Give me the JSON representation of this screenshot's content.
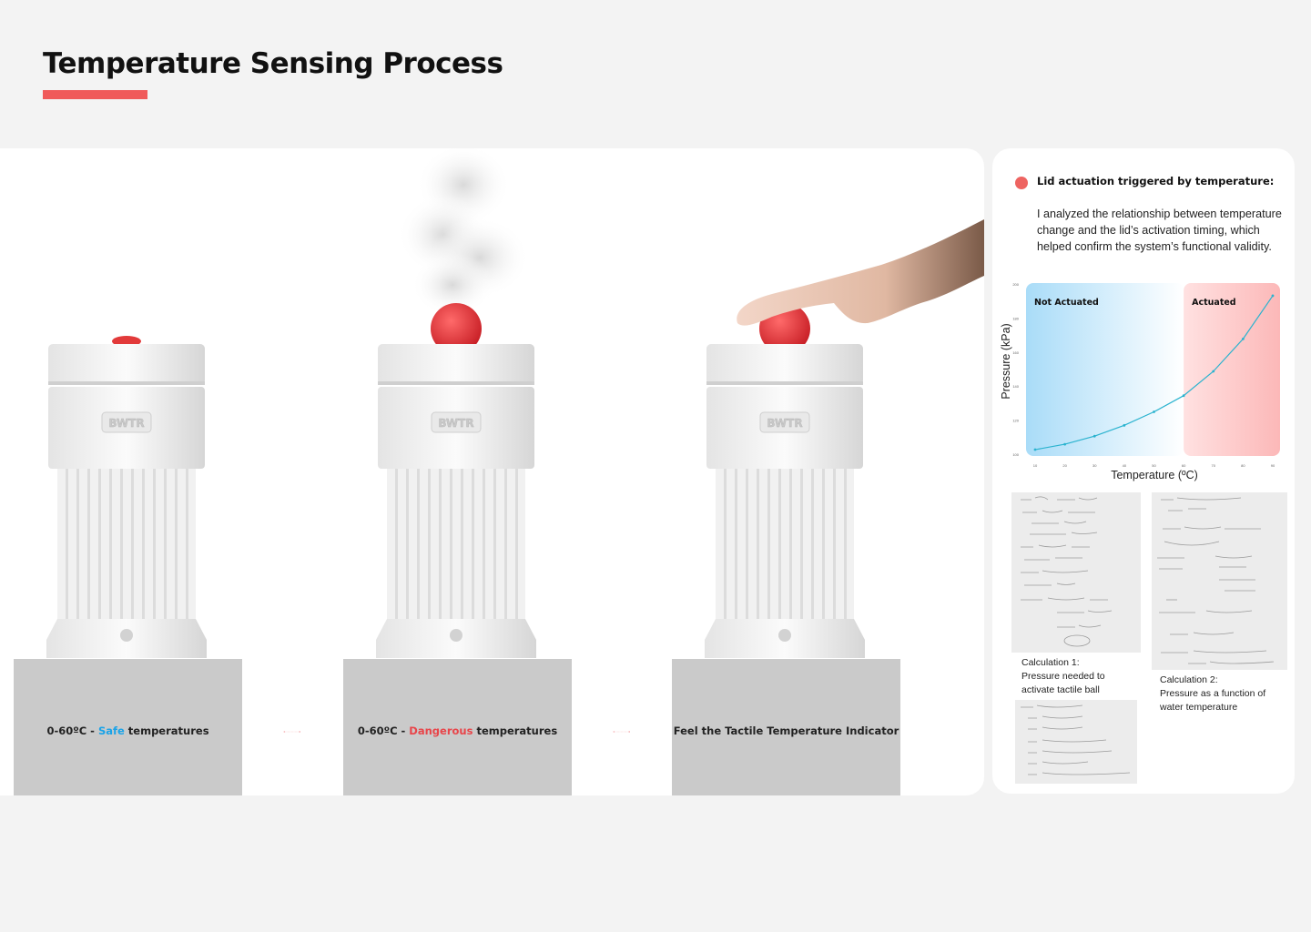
{
  "header": {
    "title": "Temperature Sensing Process",
    "accent_color": "#f05a5a"
  },
  "stages": [
    {
      "prefix": "0-60ºC - ",
      "highlight": "Safe",
      "suffix": " temperatures",
      "highlight_color": "#1aa3e8",
      "brand": "BWTR"
    },
    {
      "prefix": "0-60ºC - ",
      "highlight": "Dangerous",
      "suffix": " temperatures",
      "highlight_color": "#e8454a",
      "brand": "BWTR"
    },
    {
      "prefix": "Feel the Tactile Temperature Indicator",
      "highlight": "",
      "suffix": "",
      "brand": "BWTR"
    }
  ],
  "analysis": {
    "heading": "Lid actuation triggered by temperature:",
    "description": "I analyzed the relationship between temperature change and the lid’s activation timing, which helped confirm the system’s functional validity.",
    "dot_color": "#ee6461"
  },
  "chart_data": {
    "type": "line",
    "xlabel": "Temperature (ºC)",
    "ylabel": "Pressure (kPa)",
    "x": [
      10,
      20,
      30,
      40,
      50,
      60,
      70,
      80,
      90
    ],
    "series": [
      {
        "values": [
          101,
          103,
          106,
          110,
          115,
          121,
          130,
          142,
          158
        ]
      }
    ],
    "xticks": [
      "10",
      "20",
      "30",
      "40",
      "50",
      "60",
      "70",
      "80",
      "90"
    ],
    "yticks": [
      "100",
      "120",
      "140",
      "160",
      "180",
      "200"
    ],
    "xlim": [
      10,
      90
    ],
    "ylim": [
      100,
      160
    ],
    "regions": [
      {
        "label": "Not Actuated",
        "from": 10,
        "to": 60,
        "color": "#bfe6fb"
      },
      {
        "label": "Actuated",
        "from": 60,
        "to": 90,
        "color": "#fdc9c9"
      }
    ],
    "line_color": "#2bb3cf"
  },
  "calculations": {
    "calc1_caption": [
      "Calculation 1:",
      "Pressure needed to",
      "activate tactile ball"
    ],
    "calc2_caption": [
      "Calculation 2:",
      "Pressure as a function of",
      "water temperature"
    ]
  }
}
